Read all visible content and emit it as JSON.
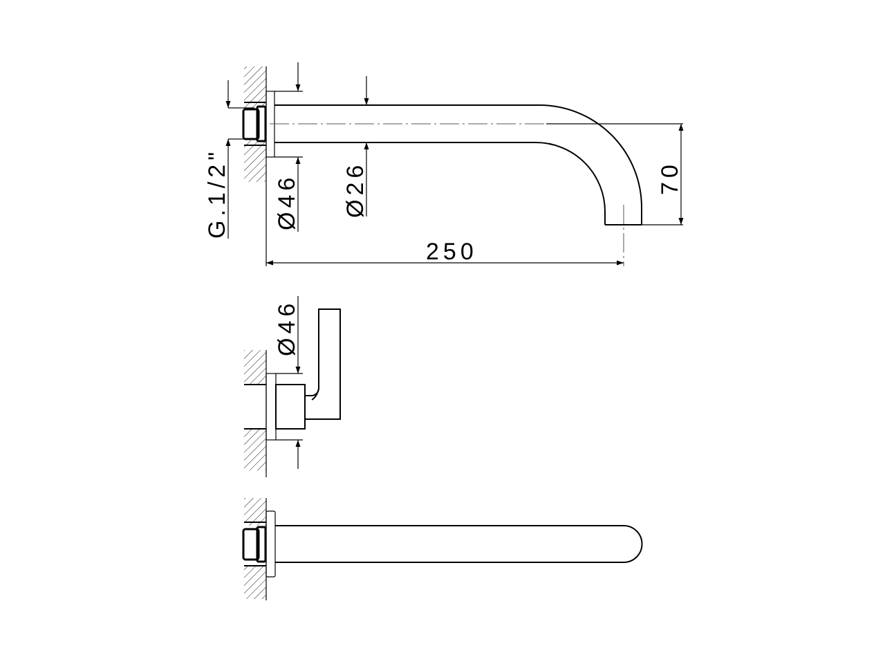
{
  "drawing": {
    "title": "Wall-mounted spout and mixer technical drawing",
    "colors": {
      "line": "#000000",
      "centerline": "#555555",
      "background": "#ffffff"
    },
    "views": {
      "spout_side": {
        "dims": {
          "thread": "G.1/2\"",
          "flange_diameter": "Ø46",
          "pipe_diameter": "Ø26",
          "drop_height": "70",
          "projection_length": "250"
        }
      },
      "mixer_side": {
        "dims": {
          "flange_diameter": "Ø46"
        }
      },
      "spout_top": {}
    }
  }
}
